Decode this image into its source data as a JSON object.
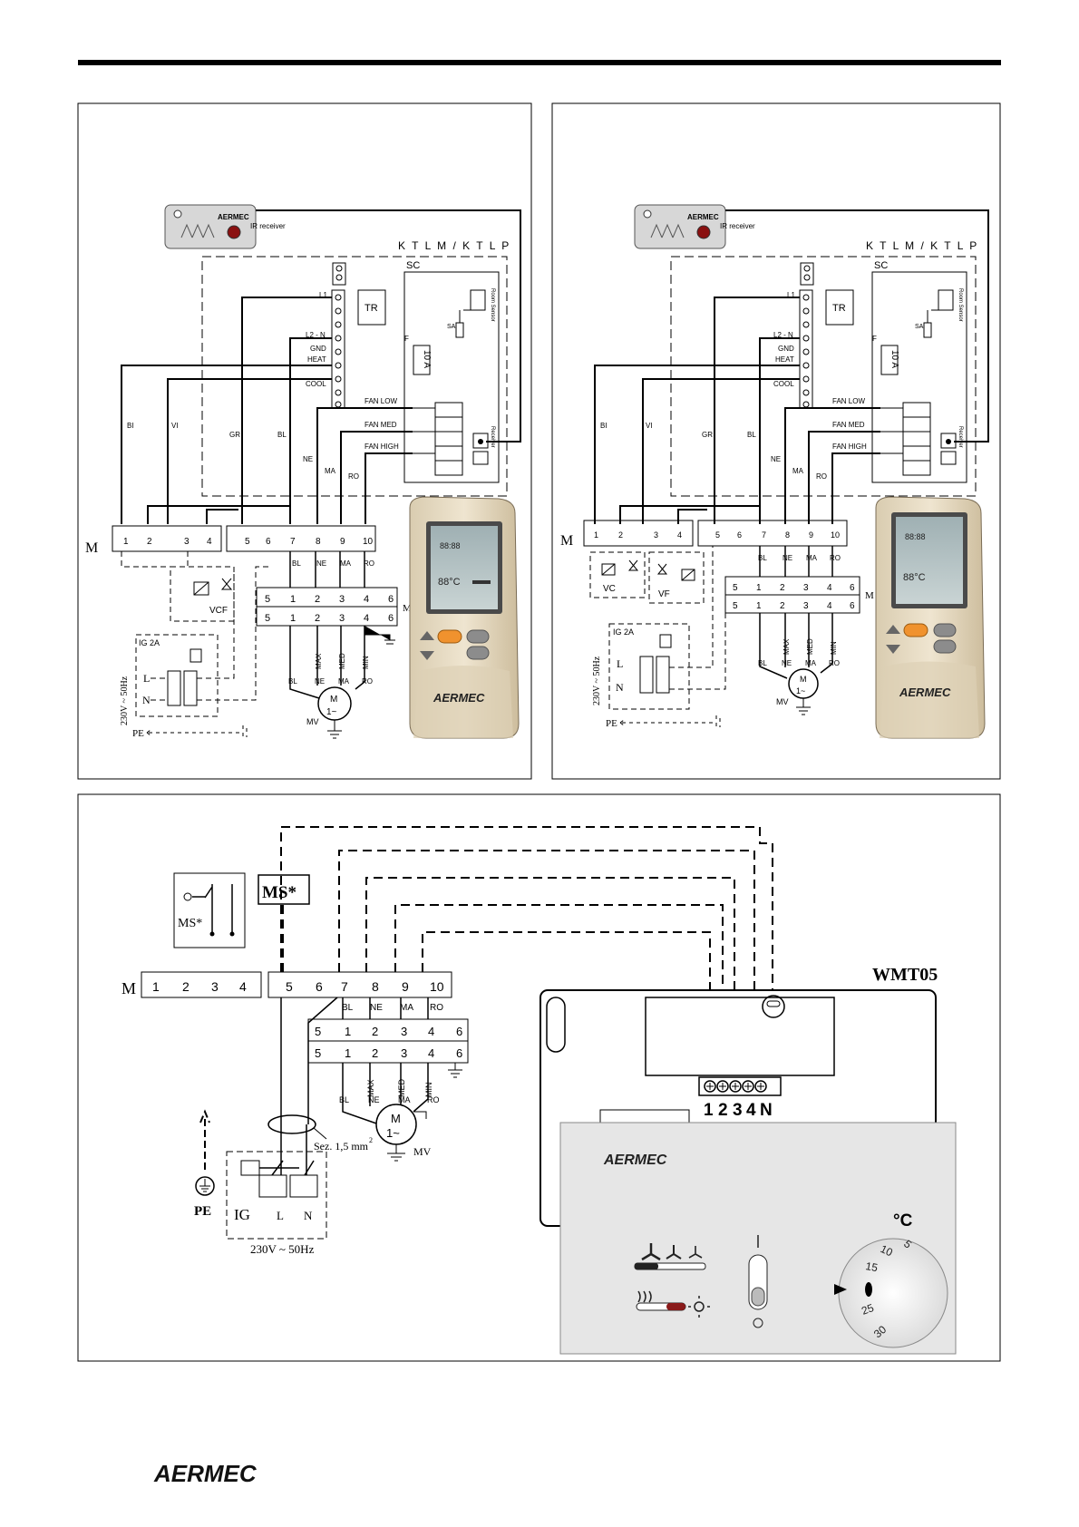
{
  "panel_a": {
    "ir_receiver": "IR receiver",
    "unit_title": "K T L M  /  K T L P",
    "board": "SC",
    "room_sensor": "Room Sensor",
    "sa": "SA",
    "fuse": "10 A",
    "fuse_letter": "F",
    "tr": "TR",
    "receiver": "Receiver",
    "term_labels": [
      "L1",
      "L2 - N",
      "GND",
      "HEAT",
      "COOL"
    ],
    "fan_labels": [
      "FAN LOW",
      "FAN MED",
      "FAN HIGH"
    ],
    "wire_labels": [
      "BI",
      "VI",
      "GR",
      "BL",
      "NE",
      "MA",
      "RO"
    ],
    "strip": "M",
    "strip_nums": [
      "1",
      "2",
      "3",
      "4",
      "5",
      "6",
      "7",
      "8",
      "9",
      "10"
    ],
    "strip2_nums": [
      "5",
      "1",
      "2",
      "3",
      "4",
      "6"
    ],
    "strip2_colors": [
      "BL",
      "NE",
      "MA",
      "RO"
    ],
    "motor_speeds": [
      "MAX",
      "MED",
      "MIN"
    ],
    "motor_colors": [
      "BL",
      "NE",
      "MA",
      "RO"
    ],
    "valve": "VCF",
    "switch": "IG 2A",
    "supply": "230V ~ 50Hz",
    "line": "L",
    "neutral": "N",
    "pe": "PE",
    "mv": "MV",
    "motor": "M",
    "motor_phase": "1~",
    "remote_brand": "AERMEC",
    "lcd_time": "88:88",
    "lcd_temp": "88°C"
  },
  "panel_b": {
    "ir_receiver": "IR receiver",
    "unit_title": "K T L M  /  K T L P",
    "board": "SC",
    "room_sensor": "Room Sensor",
    "sa": "SA",
    "fuse": "10 A",
    "fuse_letter": "F",
    "tr": "TR",
    "receiver": "Receiver",
    "term_labels": [
      "L1",
      "L2 - N",
      "GND",
      "HEAT",
      "COOL"
    ],
    "fan_labels": [
      "FAN LOW",
      "FAN MED",
      "FAN HIGH"
    ],
    "wire_labels": [
      "BI",
      "VI",
      "GR",
      "BL",
      "NE",
      "MA",
      "RO"
    ],
    "strip": "M",
    "valve_c": "VC",
    "valve_f": "VF",
    "switch": "IG 2A",
    "supply": "230V ~ 50Hz",
    "pe": "PE",
    "mv": "MV",
    "remote_brand": "AERMEC"
  },
  "panel_c": {
    "ms_box": "MS*",
    "ms_switch": "MS*",
    "strip": "M",
    "strip_nums": [
      "1",
      "2",
      "3",
      "4",
      "5",
      "6",
      "7",
      "8",
      "9",
      "10"
    ],
    "strip_colors": [
      "BL",
      "NE",
      "MA",
      "RO"
    ],
    "strip2_nums": [
      "5",
      "1",
      "2",
      "3",
      "4",
      "6"
    ],
    "motor_speeds": [
      "MAX",
      "MED",
      "MIN"
    ],
    "motor_colors": [
      "BL",
      "NE",
      "MA",
      "RO"
    ],
    "section": "Sez. 1,5 mm",
    "section_sup": "2",
    "mv": "MV",
    "motor": "M",
    "motor_phase": "1~",
    "switch": "IG",
    "switch_terms": [
      "L",
      "N"
    ],
    "pe": "PE",
    "supply": "230V ~ 50Hz",
    "thermostat_model": "WMT05",
    "terminals": [
      "1",
      "2",
      "3",
      "4",
      "N"
    ],
    "thermostat_brand": "AERMEC",
    "dial_unit": "°C",
    "dial_marks": [
      "5",
      "10",
      "15",
      "25",
      "30"
    ]
  },
  "footer": {
    "logo": "AERMEC"
  }
}
